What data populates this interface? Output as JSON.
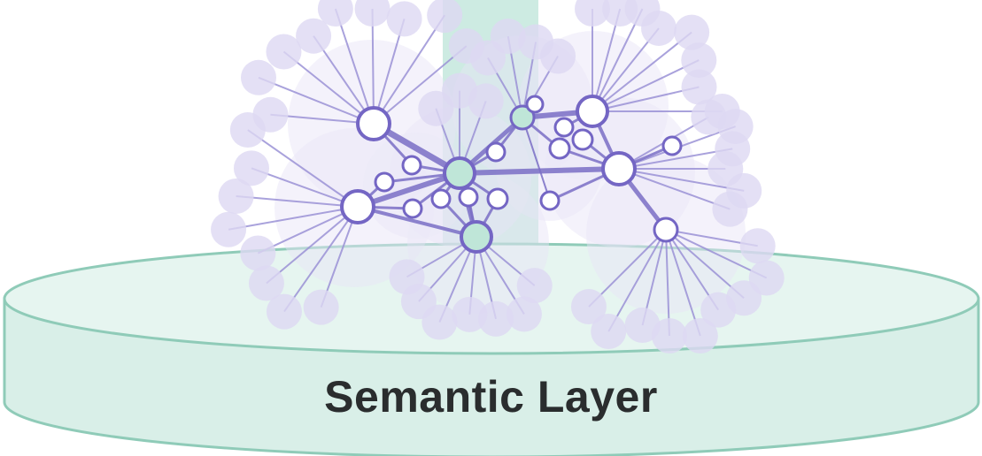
{
  "layer": {
    "label": "Semantic Layer"
  },
  "colors": {
    "disk_fill": "#d9efe8",
    "disk_top": "#e6f5f0",
    "disk_stroke": "#8fcbb8",
    "pillar": "#cdebe2",
    "edge": "#7b6fc6",
    "spoke": "#9b92d6",
    "halo": "#e7e4f6",
    "node_fill": "#ffffff",
    "node_fill_teal": "#bfe6d8",
    "node_stroke": "#7466c4"
  },
  "graph": {
    "node_count": 24,
    "edge_count": 27
  }
}
